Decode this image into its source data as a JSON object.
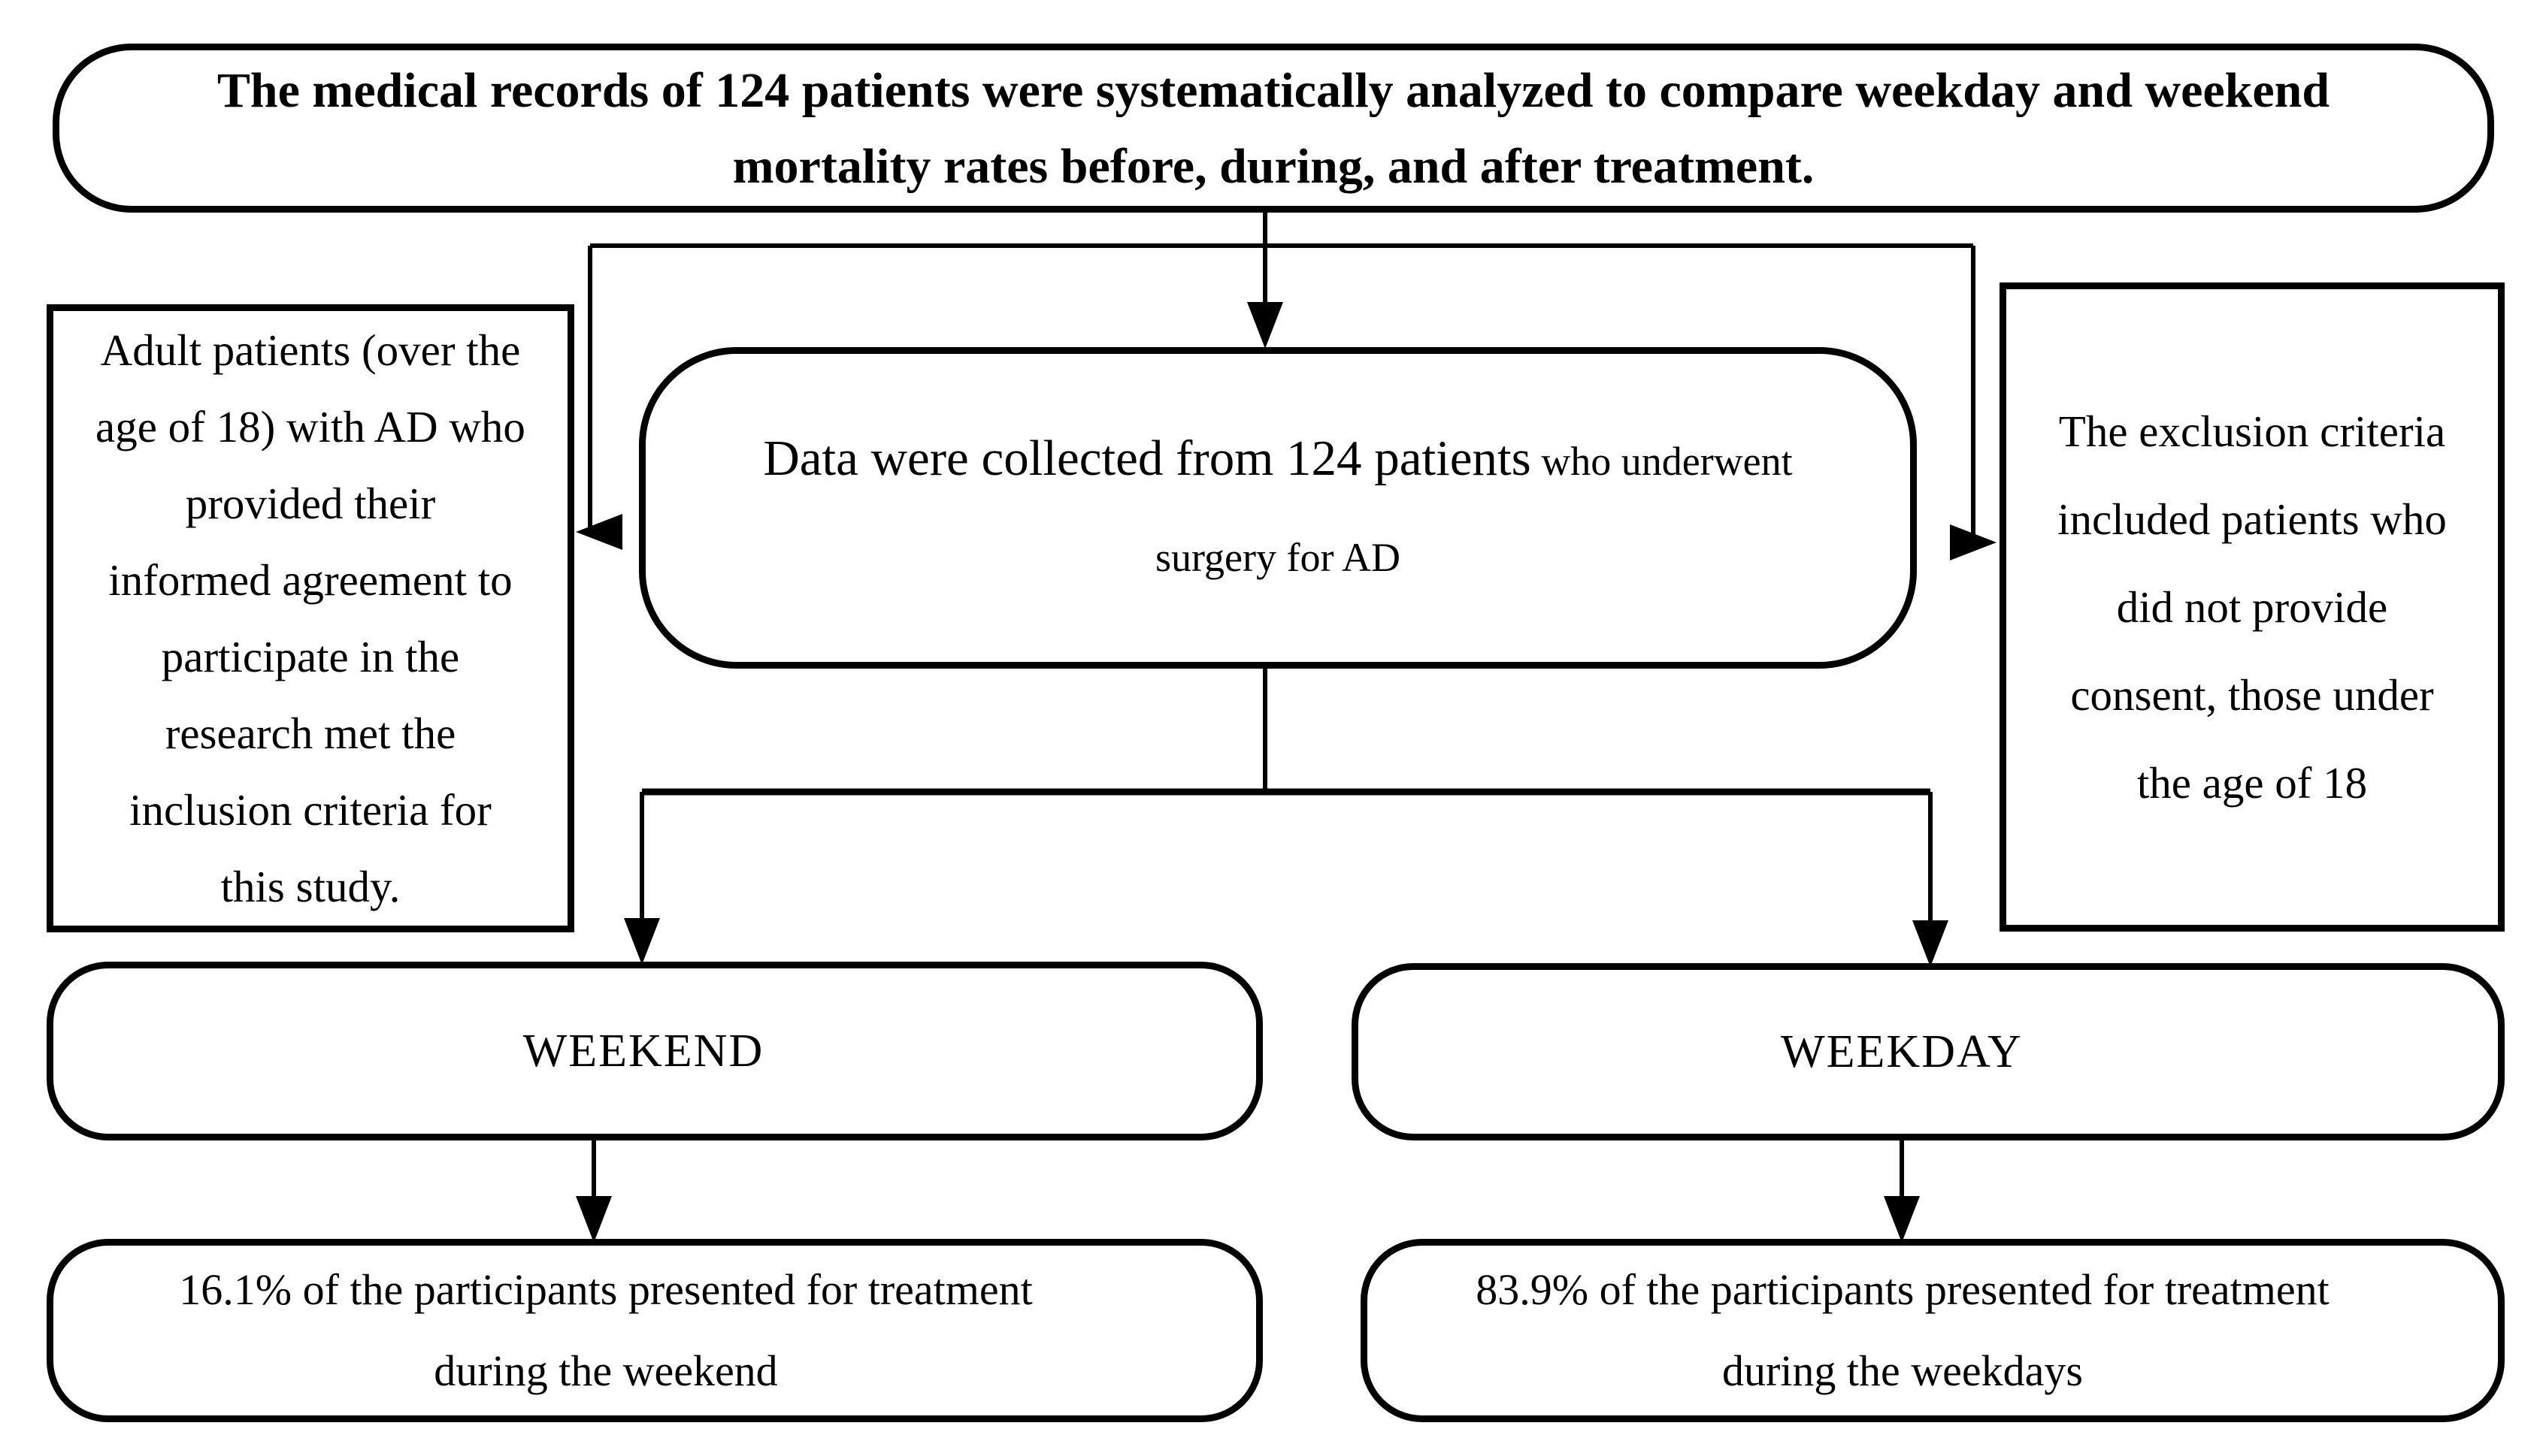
{
  "canvas": {
    "background_color": "#ffffff",
    "line_color": "#000000",
    "text_color": "#000000"
  },
  "flowchart": {
    "title_box": {
      "text": "The medical records of 124 patients were systematically analyzed to compare weekday and weekend\nmortality rates before, during, and after treatment."
    },
    "inclusion_box": {
      "text": "Adult patients (over the\nage of 18) with AD who\nprovided their\ninformed agreement to\nparticipate in the\nresearch met the\ninclusion criteria for\nthis study."
    },
    "exclusion_box": {
      "text": "The exclusion criteria\nincluded patients who\ndid not provide\nconsent, those under\nthe age of 18"
    },
    "data_collection_box": {
      "text_main": "Data were collected from 124 patients",
      "text_secondary": " who underwent\nsurgery for AD"
    },
    "weekend_box": {
      "label": "WEEKEND"
    },
    "weekday_box": {
      "label": "WEEKDAY"
    },
    "weekend_stat_box": {
      "text": "16.1% of the participants presented for treatment\nduring the weekend",
      "percentage": "16.1%"
    },
    "weekday_stat_box": {
      "text": "83.9% of the participants presented for treatment\nduring the weekdays",
      "percentage": "83.9%"
    }
  }
}
